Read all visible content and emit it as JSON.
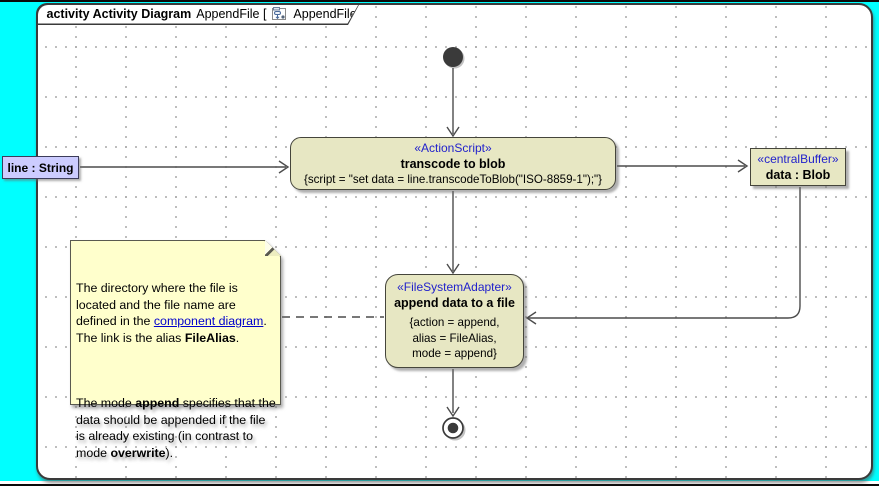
{
  "frame": {
    "header_bold": "activity Activity Diagram",
    "header_pre": "AppendFile [",
    "header_post": "AppendFile ]"
  },
  "colors": {
    "pane_background": "#00ffff",
    "node_fill": "#e7e7c3",
    "note_fill": "#ffffcc",
    "param_fill": "#ccccff",
    "stereotype_blue": "#2222cc",
    "link_blue": "#0000cc",
    "edge_gray": "#4c4c4c"
  },
  "nodes": {
    "transcode": {
      "stereotype": "«ActionScript»",
      "name": "transcode to blob",
      "script": "{script = \"set data = line.transcodeToBlob(\"ISO-8859-1\");\"}"
    },
    "param": {
      "label": "line : String"
    },
    "buffer": {
      "stereotype": "«centralBuffer»",
      "name": "data : Blob"
    },
    "append": {
      "stereotype": "«FileSystemAdapter»",
      "name": "append data to a file",
      "body_lines": [
        "{action = append,",
        "alias = FileAlias,",
        "mode = append}"
      ]
    }
  },
  "note": {
    "p1": [
      {
        "t": "The directory where the file is\nlocated and the file name are\ndefined in the "
      },
      {
        "t": "component diagram",
        "s": "link",
        "name": "component-diagram-link"
      },
      {
        "t": ".\nThe link is the alias "
      },
      {
        "t": "FileAlias",
        "s": "b"
      },
      {
        "t": "."
      }
    ],
    "p2": [
      {
        "t": "The mode "
      },
      {
        "t": "append",
        "s": "b"
      },
      {
        "t": " specifies that the\ndata should be appended if the file\nis already existing (in contrast to\nmode "
      },
      {
        "t": "overwrite",
        "s": "b"
      },
      {
        "t": ")."
      }
    ]
  }
}
